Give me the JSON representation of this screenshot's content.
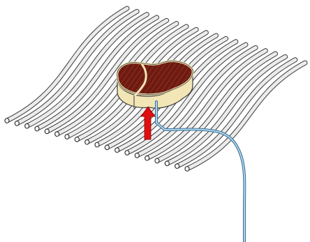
{
  "diagram": {
    "elements": [
      "grill-grate",
      "steak",
      "heat-arrow",
      "temperature-probe"
    ],
    "colors": {
      "background": "#ffffff",
      "rod_outline": "#3a3a3a",
      "rod_fill": "#ebebeb",
      "meat": "#6e1a10",
      "meat_stripe": "#8e3a2a",
      "fat_rim": "#f3e6b6",
      "arrow": "#e01010",
      "probe_wire": "#6aa9cf"
    },
    "grate": {
      "rod_count": 19,
      "style": "wavy parallel rods"
    },
    "arrow": {
      "direction": "up"
    }
  }
}
